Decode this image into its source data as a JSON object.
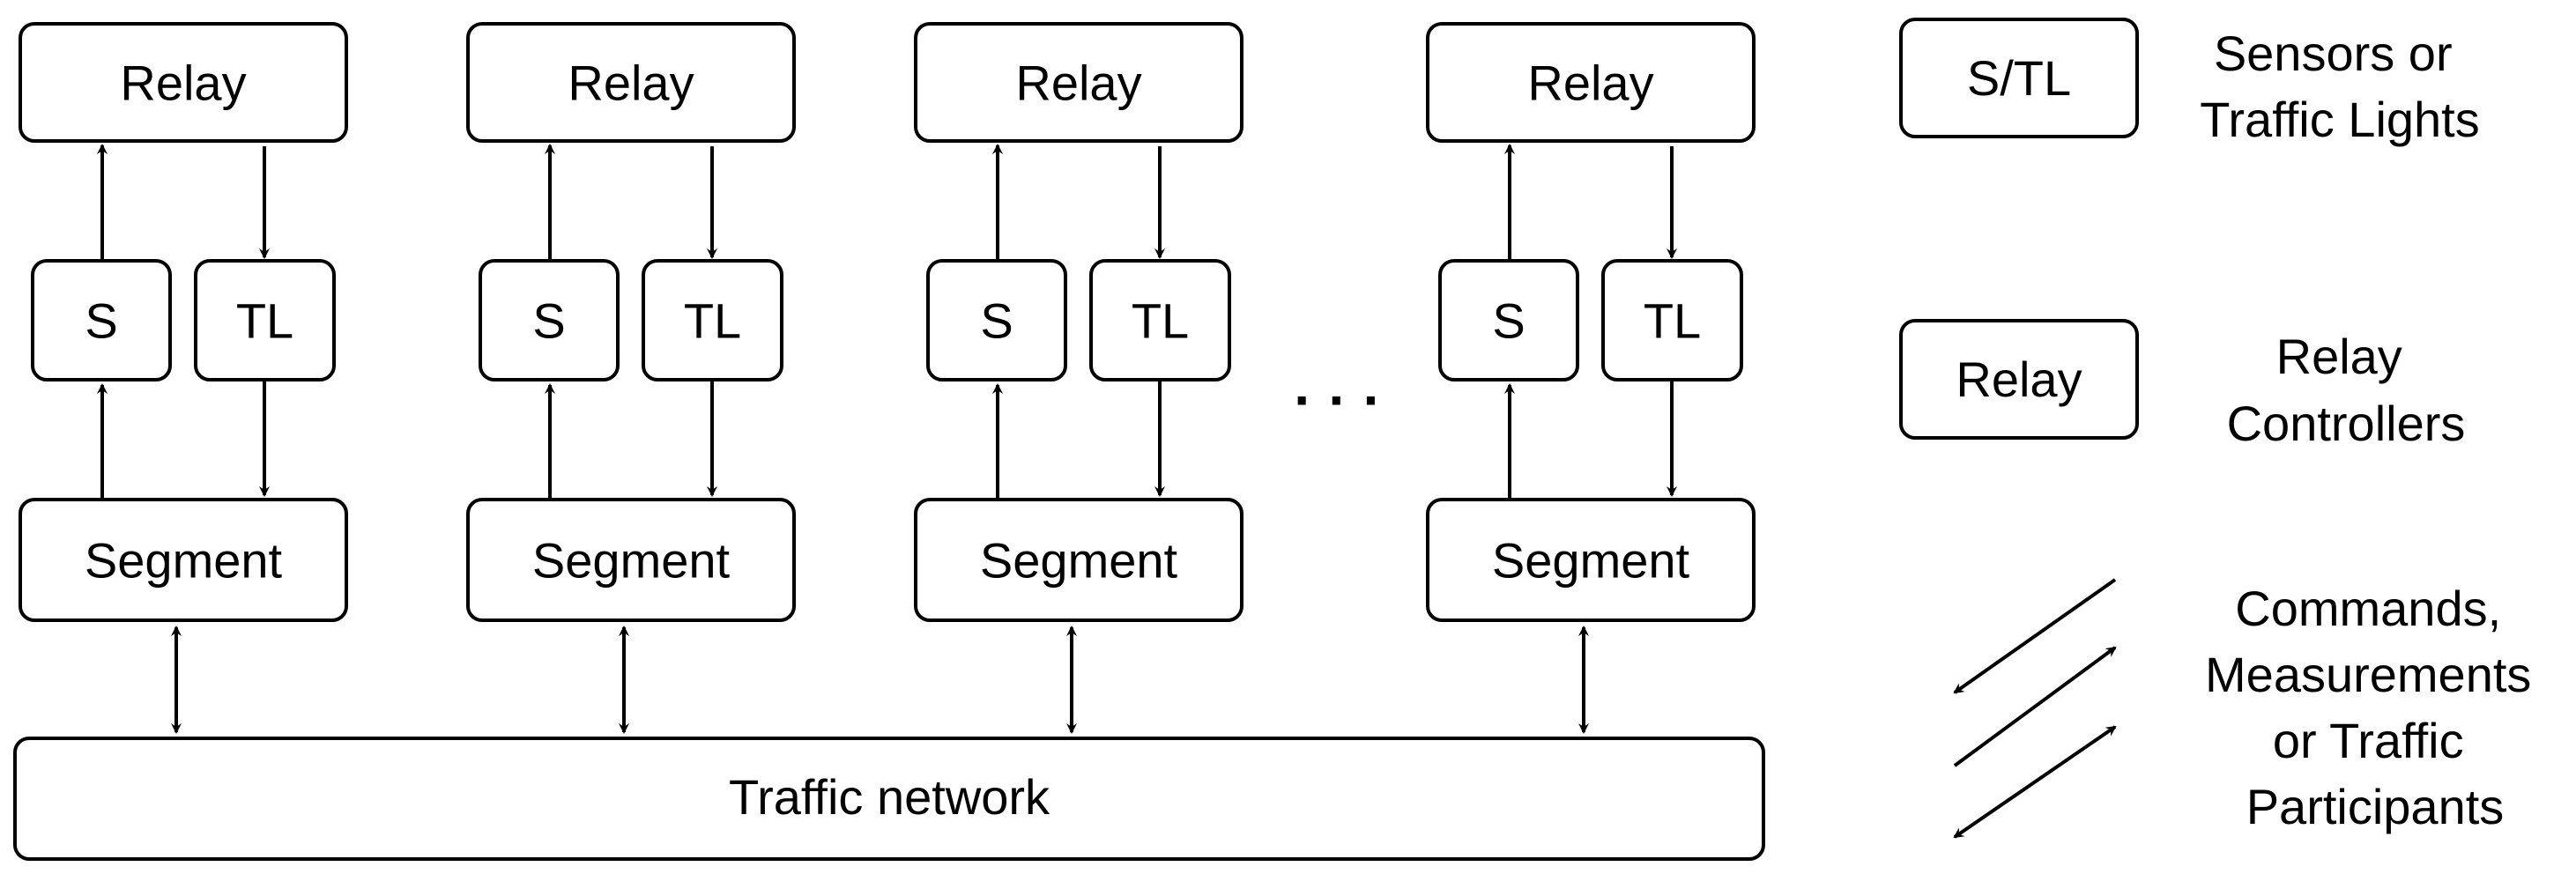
{
  "diagram": {
    "columns": [
      {
        "relay_label": "Relay",
        "sensor_label": "S",
        "light_label": "TL",
        "segment_label": "Segment"
      },
      {
        "relay_label": "Relay",
        "sensor_label": "S",
        "light_label": "TL",
        "segment_label": "Segment"
      },
      {
        "relay_label": "Relay",
        "sensor_label": "S",
        "light_label": "TL",
        "segment_label": "Segment"
      },
      {
        "relay_label": "Relay",
        "sensor_label": "S",
        "light_label": "TL",
        "segment_label": "Segment"
      }
    ],
    "ellipsis": "· · ·",
    "network_label": "Traffic network"
  },
  "legend": {
    "sensors": {
      "box_label": "S/TL",
      "description": [
        "Sensors or",
        "Traffic Lights"
      ]
    },
    "relays": {
      "box_label": "Relay",
      "description": [
        "Relay",
        "Controllers"
      ]
    },
    "arrows": {
      "description": [
        "Commands,",
        "Measurements",
        "or Traffic",
        "Participants"
      ]
    }
  }
}
